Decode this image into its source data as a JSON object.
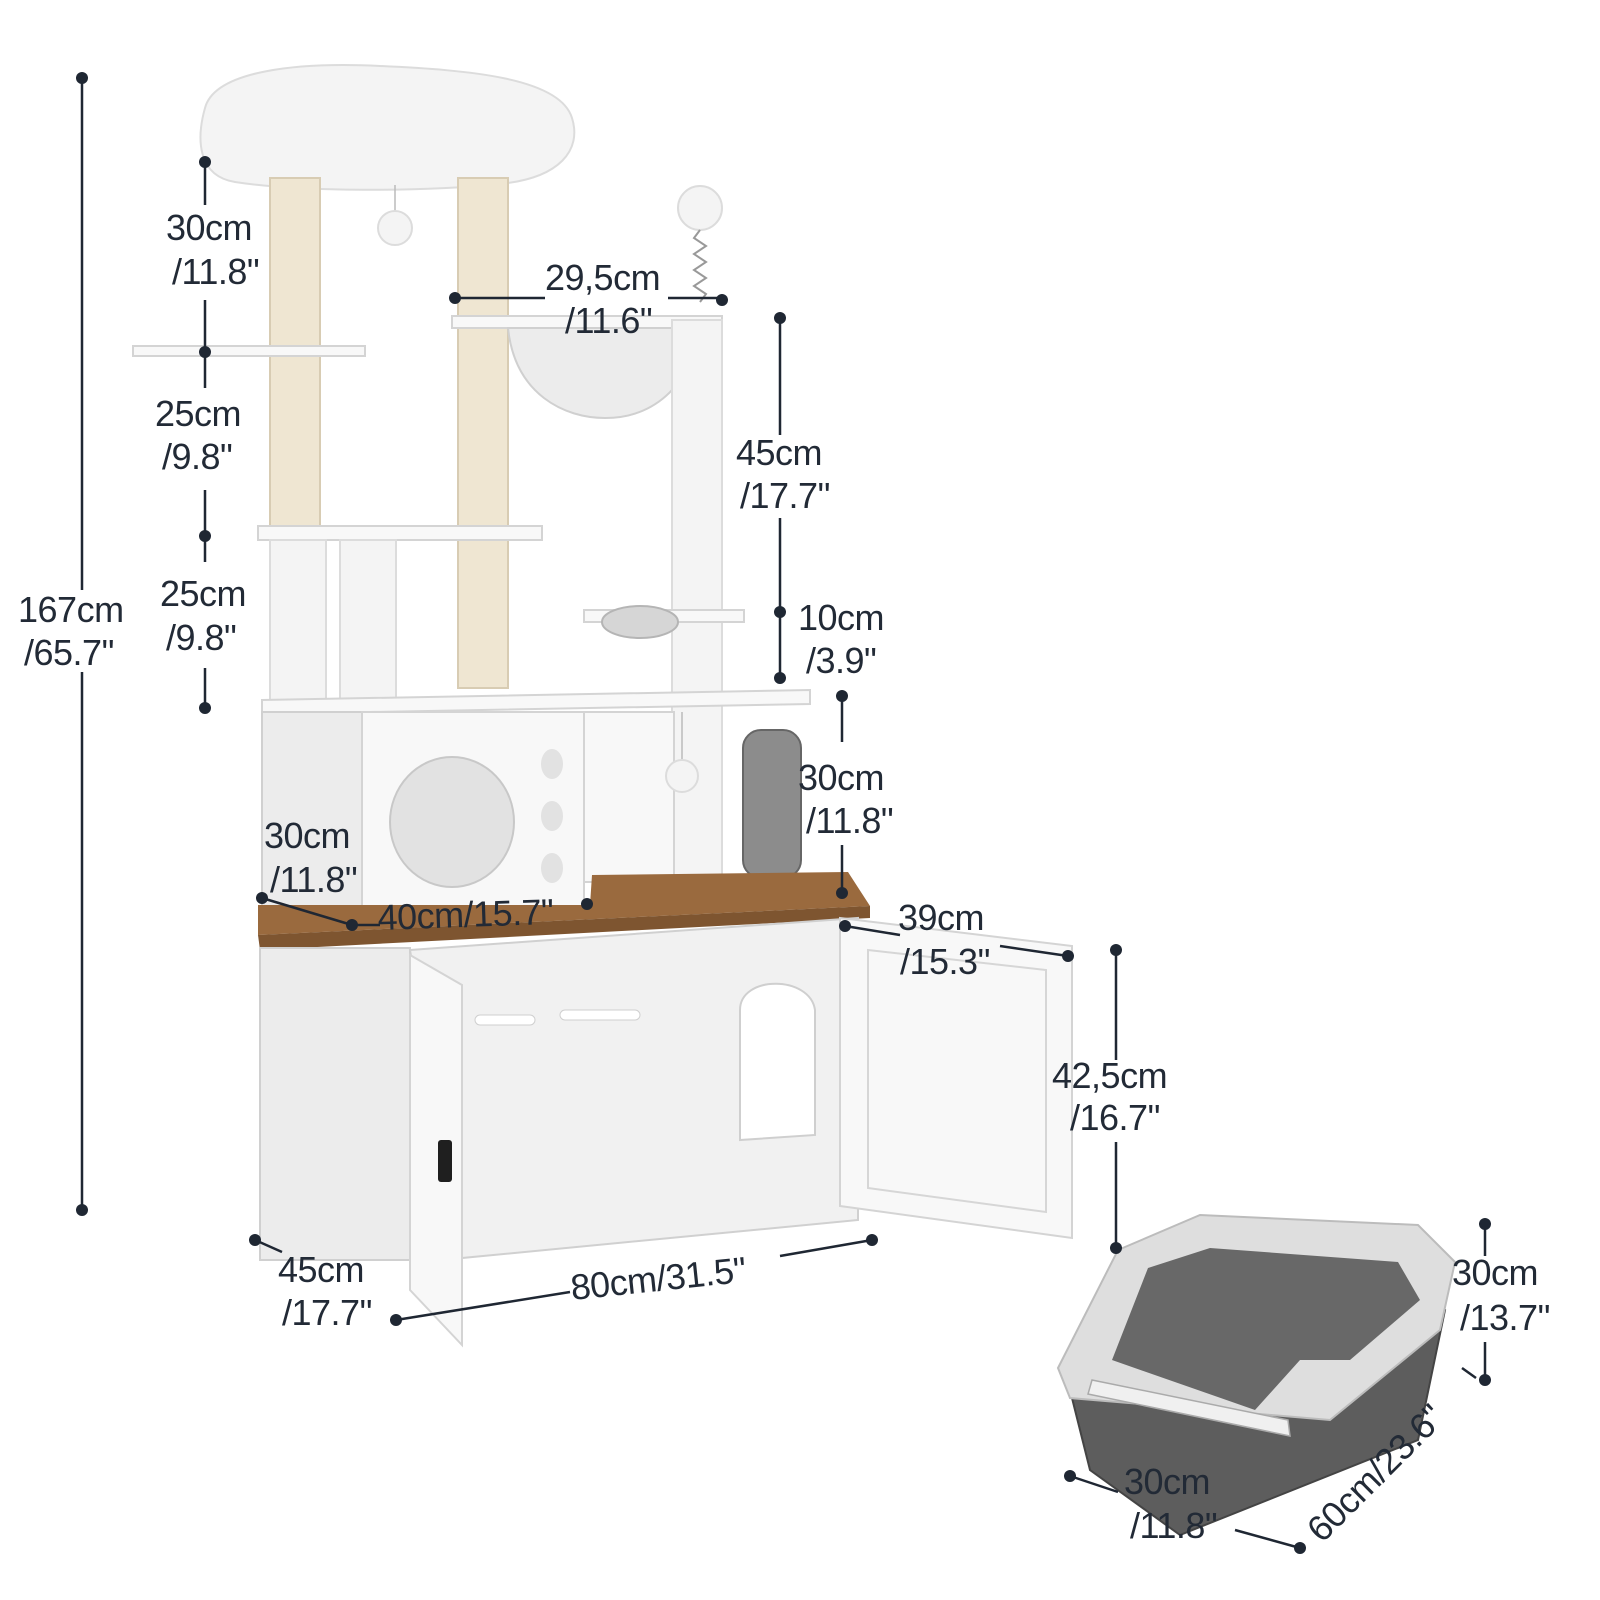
{
  "dimensions": {
    "total_height": {
      "cm": "167cm",
      "in": "/65.7\""
    },
    "top_gap": {
      "cm": "30cm",
      "in": "/11.8\""
    },
    "gap_mid1": {
      "cm": "25cm",
      "in": "/9.8\""
    },
    "gap_mid2": {
      "cm": "25cm",
      "in": "/9.8\""
    },
    "hammock_width": {
      "cm": "29,5cm",
      "in": "/11.6\""
    },
    "right_post": {
      "cm": "45cm",
      "in": "/17.7\""
    },
    "bowl_gap": {
      "cm": "10cm",
      "in": "/3.9\""
    },
    "box_height": {
      "cm": "30cm",
      "in": "/11.8\""
    },
    "box_depth": {
      "cm": "30cm",
      "in": "/11.8\""
    },
    "box_width": {
      "cm": "40cm/15.7\""
    },
    "door_width": {
      "cm": "39cm",
      "in": "/15.3\""
    },
    "cabinet_height": {
      "cm": "42,5cm",
      "in": "/16.7\""
    },
    "cabinet_depth": {
      "cm": "45cm",
      "in": "/17.7\""
    },
    "cabinet_width": {
      "cm": "80cm/31.5\""
    },
    "litter_height": {
      "cm": "30cm",
      "in": "/13.7\""
    },
    "litter_width": {
      "cm": "30cm",
      "in": "/11.8\""
    },
    "litter_length": {
      "cm": "60cm/23.6\""
    }
  },
  "colors": {
    "line": "#1f2733",
    "text": "#222a36",
    "wood": "#9a6a3e",
    "tray": "#5d5d5d",
    "white": "#f8f8f8"
  }
}
